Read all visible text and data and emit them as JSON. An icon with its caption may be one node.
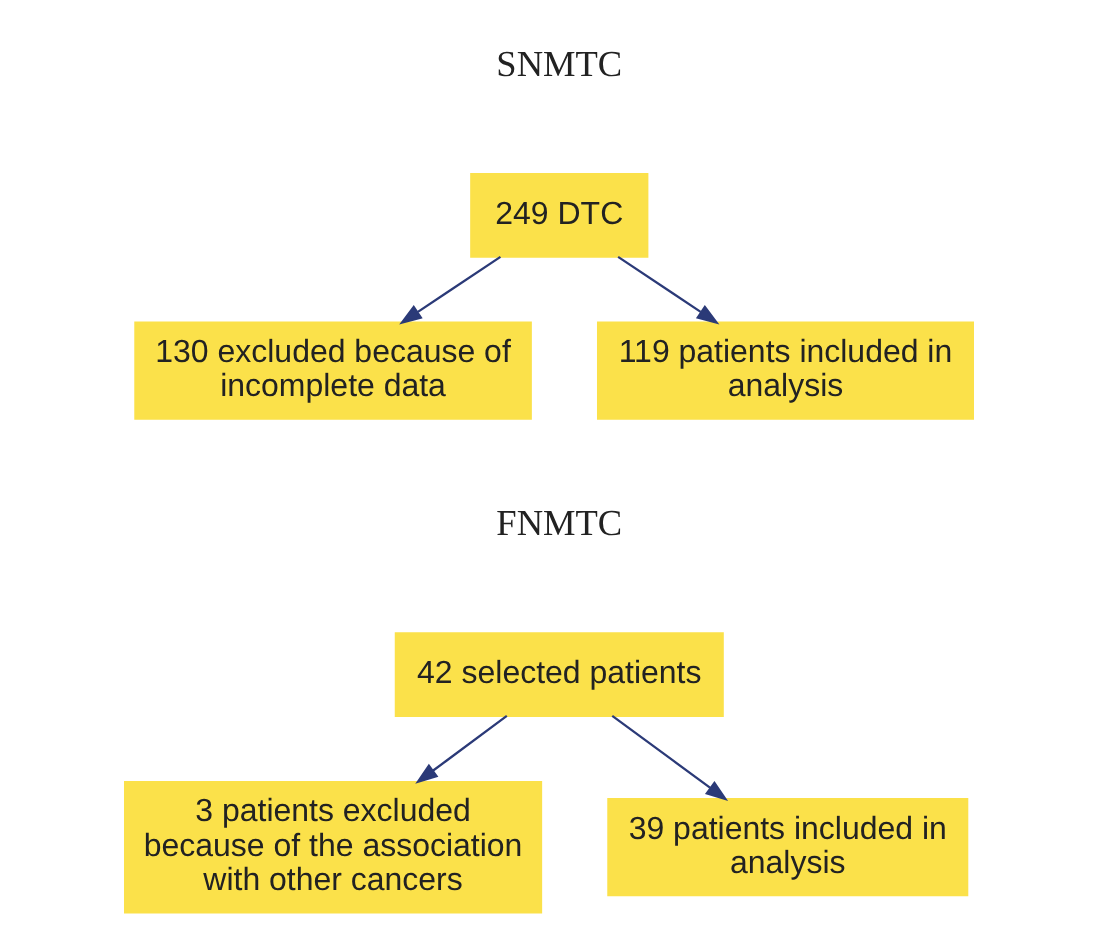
{
  "diagram": {
    "nodes": [
      {
        "text": [
          "249 DTC"
        ]
      },
      {
        "text": [
          "130 excluded because of incomplete data"
        ]
      },
      {
        "text": [
          "119 patients included in analysis"
        ]
      },
      {
        "text": [
          "42 selected patients"
        ]
      },
      {
        "text": [
          "3 patients excluded because of the association with other cancers"
        ]
      },
      {
        "text": [
          "39 patients included in analysis"
        ]
      }
    ],
    "edges": [
      {
        "from": 0,
        "to": 1,
        "arrow": "to"
      },
      {
        "from": 0,
        "to": 2,
        "arrow": "to"
      },
      {
        "from": 3,
        "to": 4,
        "arrow": "to"
      },
      {
        "from": 3,
        "to": 5,
        "arrow": "to"
      }
    ],
    "labels": [
      "SNMTC",
      "FNMTC"
    ]
  }
}
